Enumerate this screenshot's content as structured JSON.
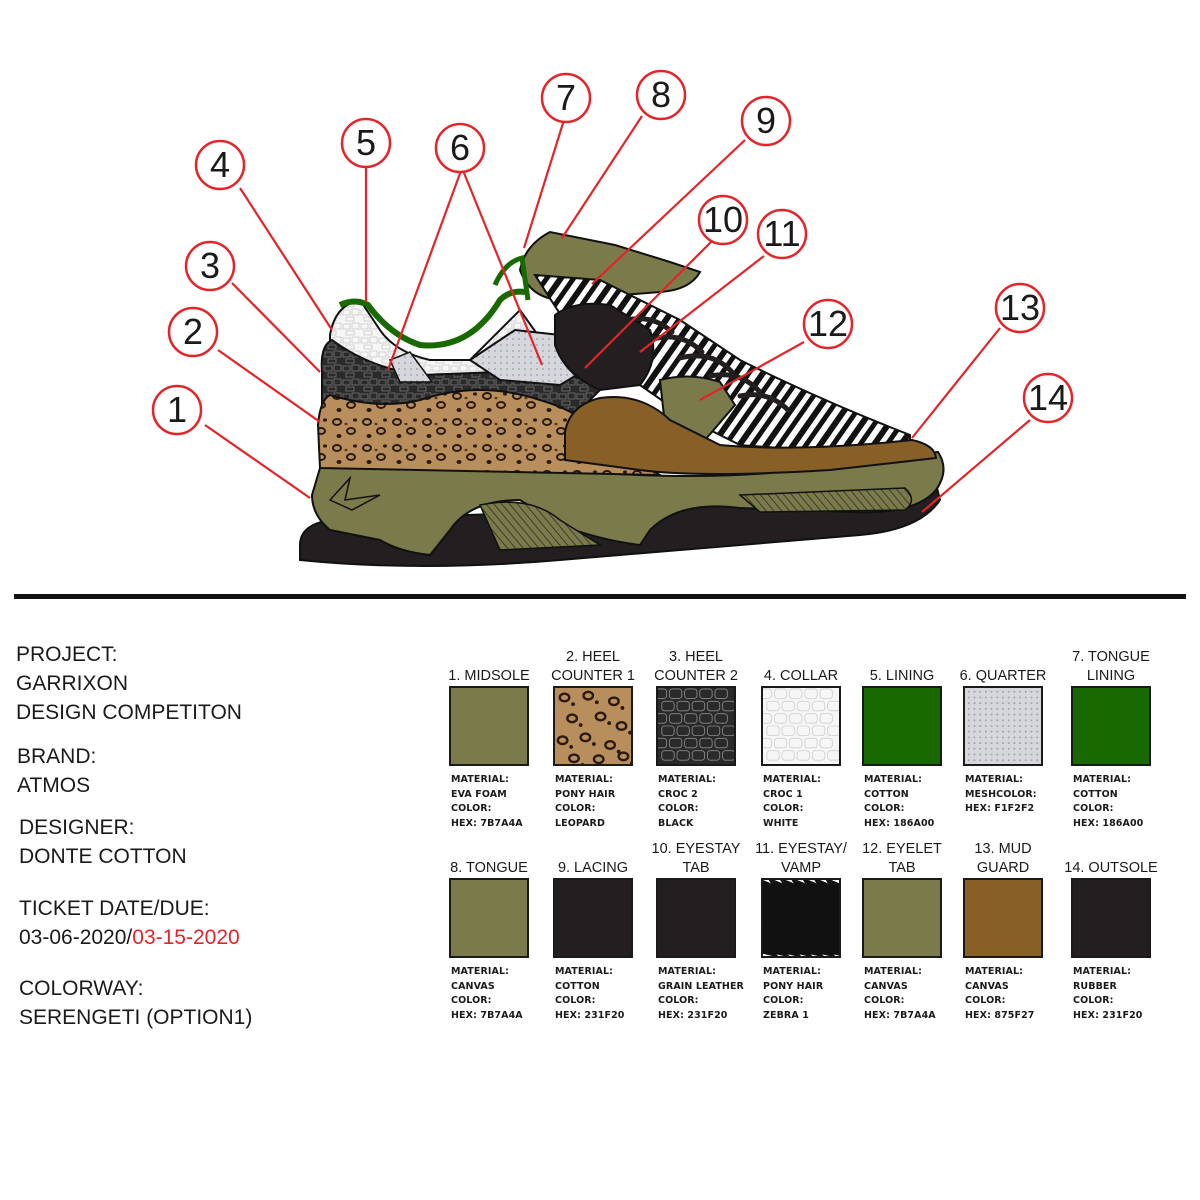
{
  "callouts": [
    "1",
    "2",
    "3",
    "4",
    "5",
    "6",
    "7",
    "8",
    "9",
    "10",
    "11",
    "12",
    "13",
    "14"
  ],
  "project": {
    "project_label": "PROJECT:",
    "project_line1": "GARRIXON",
    "project_line2": "DESIGN COMPETITON",
    "brand_label": "BRAND:",
    "brand_value": "ATMOS",
    "designer_label": "DESIGNER:",
    "designer_value": "DONTE COTTON",
    "ticket_label": "TICKET DATE/DUE:",
    "ticket_date": "03-06-2020/",
    "ticket_due": "03-15-2020",
    "colorway_label": "COLORWAY:",
    "colorway_value": "SERENGETI (OPTION1)"
  },
  "swatches": [
    {
      "line1": "",
      "line2": "1. MIDSOLE",
      "fill": "#7B7A4A",
      "pattern": "solid",
      "meta": [
        "MATERIAL:",
        "EVA FOAM",
        "COLOR:",
        "HEX: 7B7A4A"
      ]
    },
    {
      "line1": "2. HEEL",
      "line2": "COUNTER 1",
      "fill": "#B08650",
      "pattern": "leopard",
      "meta": [
        "MATERIAL:",
        "PONY HAIR",
        "COLOR:",
        "LEOPARD"
      ]
    },
    {
      "line1": "3. HEEL",
      "line2": "COUNTER 2",
      "fill": "#2A2A2A",
      "pattern": "croc-dark",
      "meta": [
        "MATERIAL:",
        "CROC 2",
        "COLOR:",
        "BLACK"
      ]
    },
    {
      "line1": "",
      "line2": "4. COLLAR",
      "fill": "#F4F4F4",
      "pattern": "croc-light",
      "meta": [
        "MATERIAL:",
        "CROC 1",
        "COLOR:",
        "WHITE"
      ]
    },
    {
      "line1": "",
      "line2": "5. LINING",
      "fill": "#186A00",
      "pattern": "solid",
      "meta": [
        "MATERIAL:",
        "COTTON",
        "COLOR:",
        "HEX: 186A00"
      ]
    },
    {
      "line1": "",
      "line2": "6. QUARTER",
      "fill": "#D8D8DE",
      "pattern": "mesh",
      "meta": [
        "MATERIAL:",
        "MESHCOLOR:",
        "HEX: F1F2F2"
      ]
    },
    {
      "line1": "7. TONGUE",
      "line2": "LINING",
      "fill": "#186A00",
      "pattern": "solid",
      "meta": [
        "MATERIAL:",
        "COTTON",
        "COLOR:",
        "HEX: 186A00"
      ]
    },
    {
      "line1": "",
      "line2": "8. TONGUE",
      "fill": "#7B7A4A",
      "pattern": "solid",
      "meta": [
        "MATERIAL:",
        "CANVAS",
        "COLOR:",
        "HEX: 7B7A4A"
      ]
    },
    {
      "line1": "",
      "line2": "9. LACING",
      "fill": "#231F20",
      "pattern": "solid",
      "meta": [
        "MATERIAL:",
        "COTTON",
        "COLOR:",
        "HEX: 231F20"
      ]
    },
    {
      "line1": "10. EYESTAY",
      "line2": "TAB",
      "fill": "#231F20",
      "pattern": "solid",
      "meta": [
        "MATERIAL:",
        "GRAIN LEATHER",
        "COLOR:",
        "HEX: 231F20"
      ]
    },
    {
      "line1": "11. EYESTAY/",
      "line2": "VAMP",
      "fill": "#FFFFFF",
      "pattern": "zebra",
      "meta": [
        "MATERIAL:",
        "PONY HAIR",
        "COLOR:",
        "ZEBRA 1"
      ]
    },
    {
      "line1": "12. EYELET",
      "line2": "TAB",
      "fill": "#7B7A4A",
      "pattern": "solid",
      "meta": [
        "MATERIAL:",
        "CANVAS",
        "COLOR:",
        "HEX: 7B7A4A"
      ]
    },
    {
      "line1": "13. MUD",
      "line2": "GUARD",
      "fill": "#875F27",
      "pattern": "solid",
      "meta": [
        "MATERIAL:",
        "CANVAS",
        "COLOR:",
        "HEX: 875F27"
      ]
    },
    {
      "line1": "",
      "line2": "14. OUTSOLE",
      "fill": "#231F20",
      "pattern": "solid",
      "meta": [
        "MATERIAL:",
        "RUBBER",
        "COLOR:",
        "HEX: 231F20"
      ]
    }
  ]
}
